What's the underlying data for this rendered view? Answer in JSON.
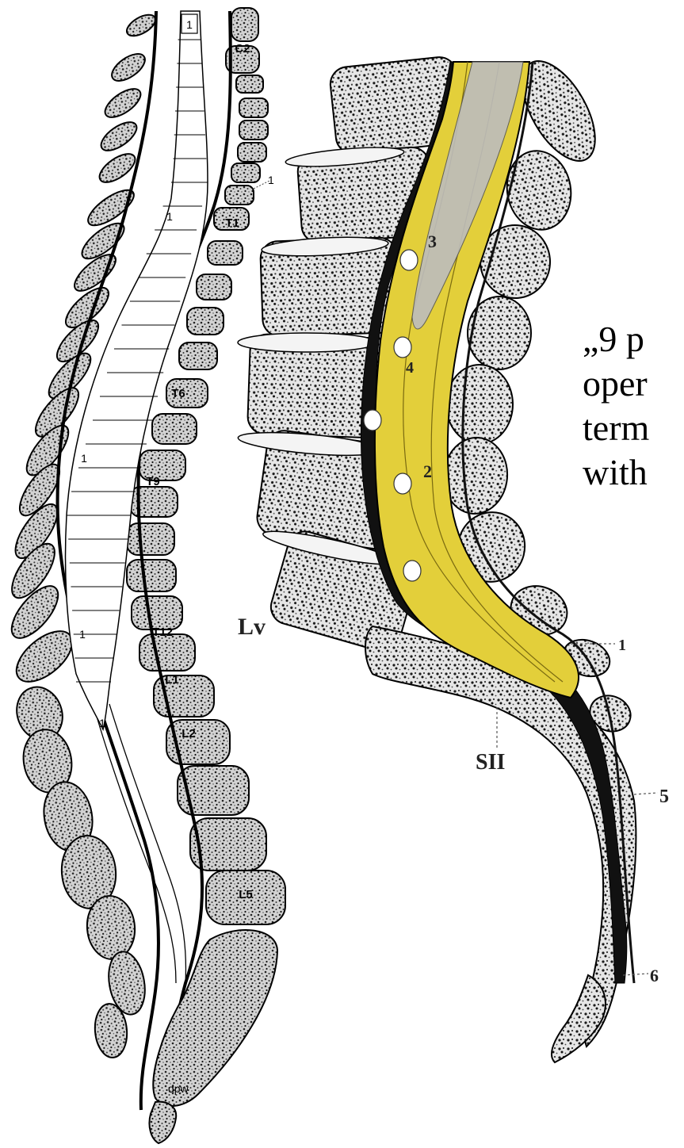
{
  "caption": {
    "lines": [
      "„9 p",
      "oper",
      "term",
      "with"
    ]
  },
  "left_diagram": {
    "vertebra_labels": [
      "C2",
      "T1",
      "T6",
      "T9",
      "T12",
      "L1",
      "L2",
      "L5"
    ],
    "segment_labels": [
      "1",
      "1",
      "1",
      "1",
      "1"
    ],
    "pointer_label": "1",
    "signature": "dpw"
  },
  "right_diagram": {
    "labels": [
      "Lv",
      "SII",
      "1",
      "5",
      "6",
      "3",
      "4",
      "2"
    ]
  },
  "colors": {
    "bone_fill": "#cfcfcf",
    "bone_dots": "#222222",
    "cord_yellow": "#e3cf3a",
    "dura_dark": "#111111"
  }
}
